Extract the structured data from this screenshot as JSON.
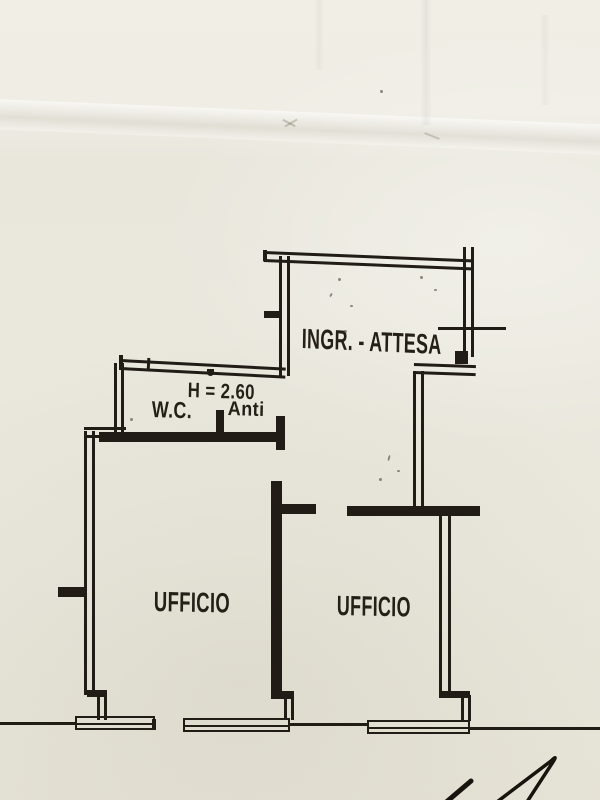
{
  "plan": {
    "rooms": [
      {
        "id": "ingresso-attesa",
        "label": "INGR. - ATTESA"
      },
      {
        "id": "wc",
        "label": "W.C."
      },
      {
        "id": "anti",
        "label": "Anti"
      },
      {
        "id": "ufficio-left",
        "label": "UFFICIO"
      },
      {
        "id": "ufficio-right",
        "label": "UFFICIO"
      }
    ],
    "annotations": [
      {
        "id": "ceiling-height",
        "label": "H = 2.60"
      }
    ]
  },
  "colors": {
    "ink": "#211c15",
    "paper": "#ebe9de"
  }
}
